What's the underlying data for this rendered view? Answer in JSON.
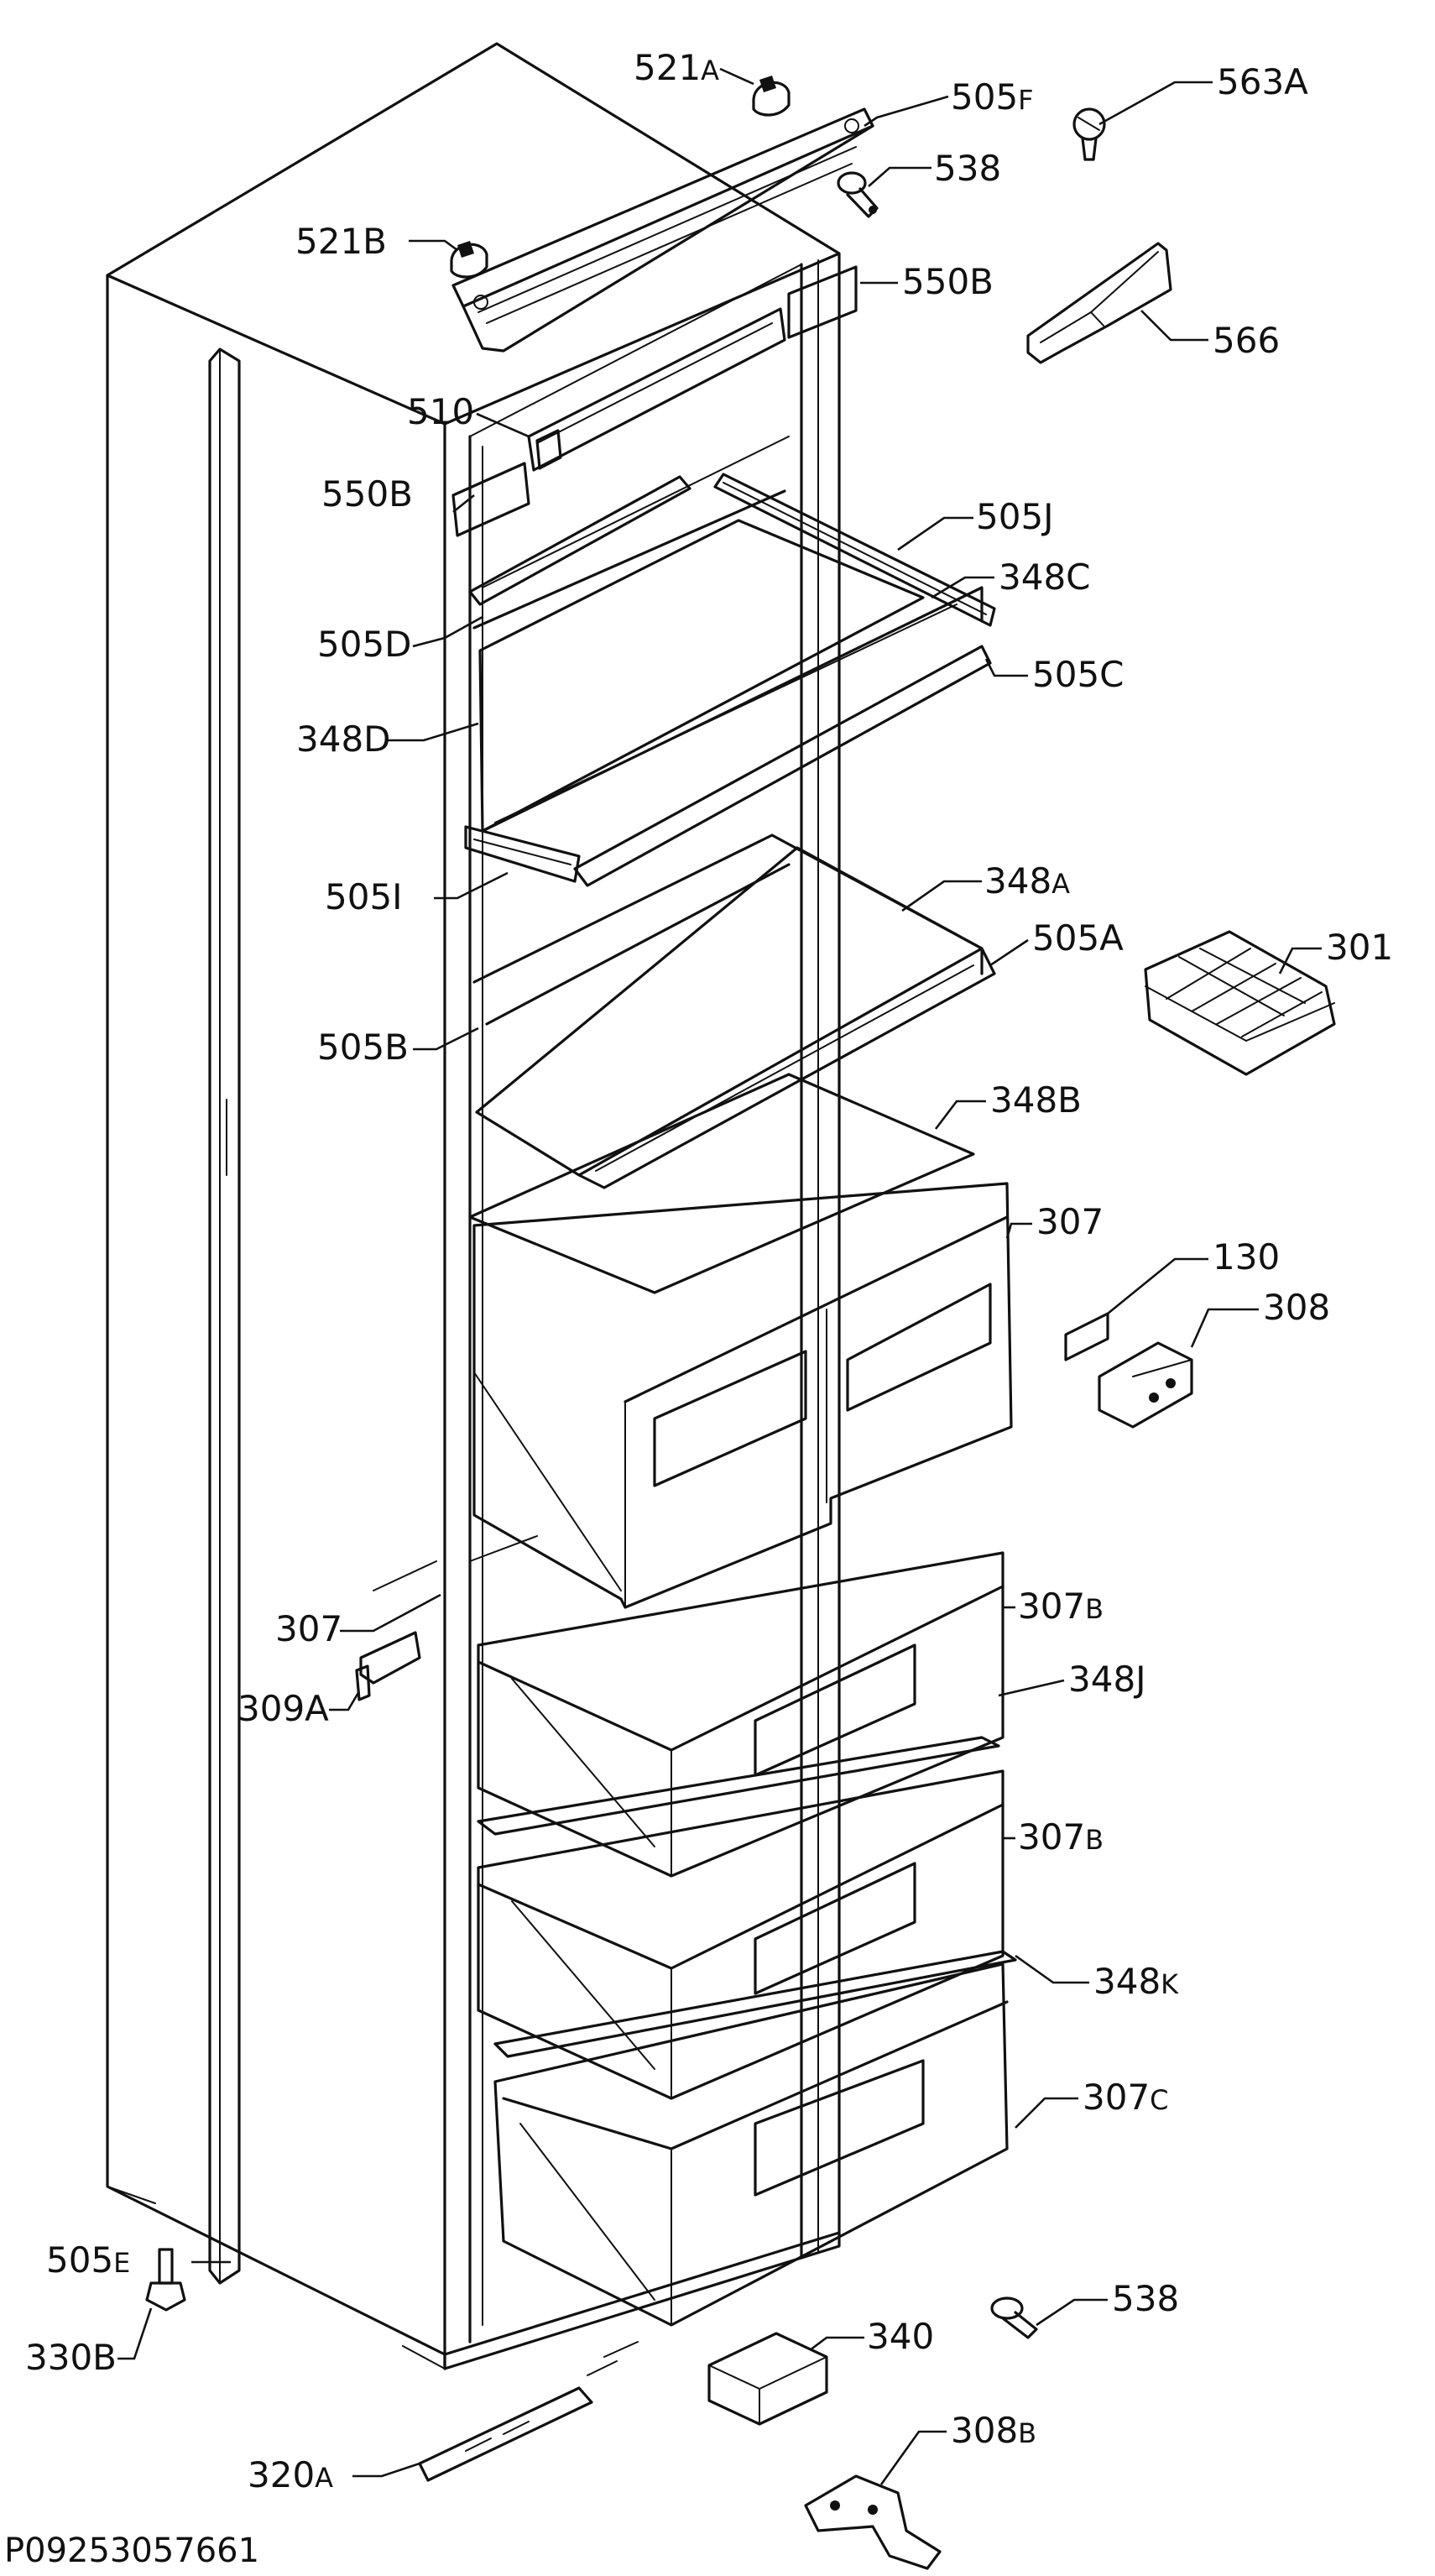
{
  "document_id": "P09253057661",
  "callouts": [
    {
      "id": "c-521a",
      "num": "521",
      "suffix": "A"
    },
    {
      "id": "c-505f",
      "num": "505",
      "suffix": "F"
    },
    {
      "id": "c-563a",
      "num": "563A",
      "suffix": ""
    },
    {
      "id": "c-538-top",
      "num": "538",
      "suffix": ""
    },
    {
      "id": "c-521b",
      "num": "521B",
      "suffix": ""
    },
    {
      "id": "c-550b-right",
      "num": "550B",
      "suffix": ""
    },
    {
      "id": "c-566",
      "num": "566",
      "suffix": ""
    },
    {
      "id": "c-510",
      "num": "510",
      "suffix": ""
    },
    {
      "id": "c-550b-left",
      "num": "550B",
      "suffix": ""
    },
    {
      "id": "c-505j",
      "num": "505J",
      "suffix": ""
    },
    {
      "id": "c-348c",
      "num": "348C",
      "suffix": ""
    },
    {
      "id": "c-505d",
      "num": "505D",
      "suffix": ""
    },
    {
      "id": "c-505c",
      "num": "505C",
      "suffix": ""
    },
    {
      "id": "c-348d",
      "num": "348D",
      "suffix": ""
    },
    {
      "id": "c-348a",
      "num": "348",
      "suffix": "A"
    },
    {
      "id": "c-505i",
      "num": "505I",
      "suffix": ""
    },
    {
      "id": "c-505a",
      "num": "505A",
      "suffix": ""
    },
    {
      "id": "c-301",
      "num": "301",
      "suffix": ""
    },
    {
      "id": "c-505b",
      "num": "505B",
      "suffix": ""
    },
    {
      "id": "c-348b",
      "num": "348B",
      "suffix": ""
    },
    {
      "id": "c-307-top",
      "num": "307",
      "suffix": ""
    },
    {
      "id": "c-130",
      "num": "130",
      "suffix": ""
    },
    {
      "id": "c-308",
      "num": "308",
      "suffix": ""
    },
    {
      "id": "c-307-left",
      "num": "307",
      "suffix": ""
    },
    {
      "id": "c-307b-1",
      "num": "307",
      "suffix": "B"
    },
    {
      "id": "c-309a",
      "num": "309A",
      "suffix": ""
    },
    {
      "id": "c-348j",
      "num": "348J",
      "suffix": ""
    },
    {
      "id": "c-307b-2",
      "num": "307",
      "suffix": "B"
    },
    {
      "id": "c-348k",
      "num": "348",
      "suffix": "K"
    },
    {
      "id": "c-307c",
      "num": "307",
      "suffix": "C"
    },
    {
      "id": "c-505e",
      "num": "505",
      "suffix": "E"
    },
    {
      "id": "c-330b",
      "num": "330B",
      "suffix": ""
    },
    {
      "id": "c-538-bottom",
      "num": "538",
      "suffix": ""
    },
    {
      "id": "c-340",
      "num": "340",
      "suffix": ""
    },
    {
      "id": "c-308b",
      "num": "308",
      "suffix": "B"
    },
    {
      "id": "c-320a",
      "num": "320",
      "suffix": "A"
    }
  ]
}
